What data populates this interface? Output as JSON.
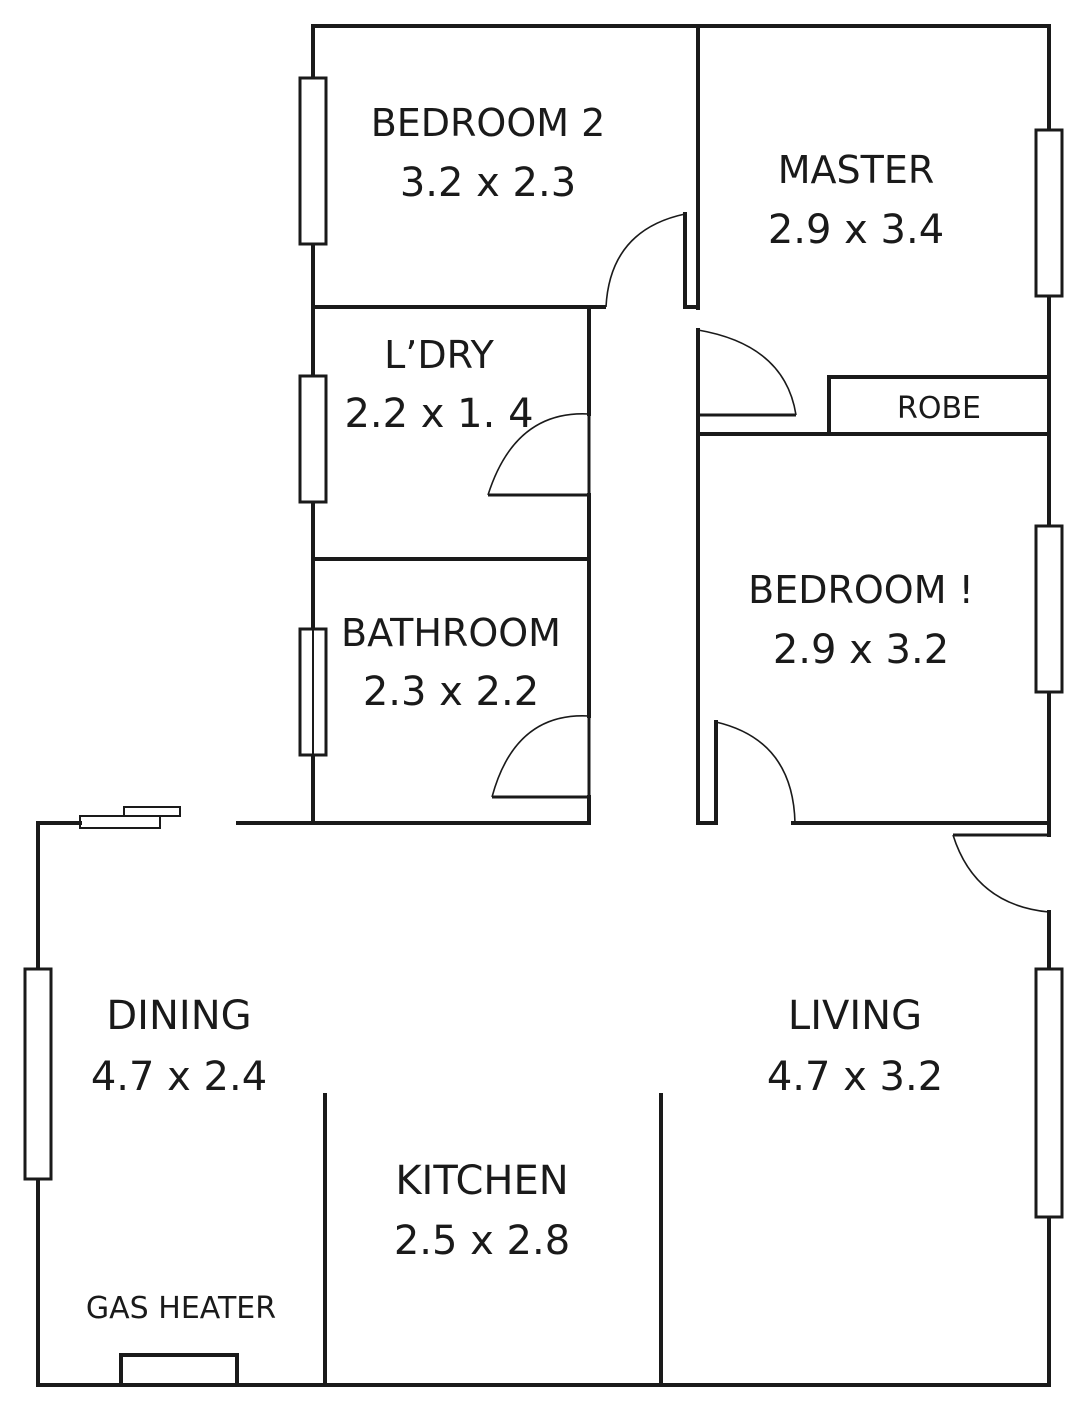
{
  "rooms": {
    "bedroom2": {
      "name": "BEDROOM 2",
      "size": "3.2 x 2.3"
    },
    "master": {
      "name": "MASTER",
      "size": "2.9 x 3.4"
    },
    "laundry": {
      "name": "L’DRY",
      "size": "2.2 x 1. 4"
    },
    "robe": {
      "name": "ROBE"
    },
    "bathroom": {
      "name": "BATHROOM",
      "size": "2.3 x 2.2"
    },
    "bedroom1": {
      "name": "BEDROOM !",
      "size": "2.9 x 3.2"
    },
    "dining": {
      "name": "DINING",
      "size": "4.7 x 2.4"
    },
    "living": {
      "name": "LIVING",
      "size": "4.7 x 3.2"
    },
    "kitchen": {
      "name": "KITCHEN",
      "size": "2.5 x 2.8"
    }
  },
  "fixtures": {
    "gas_heater": "GAS HEATER"
  },
  "colors": {
    "line": "#1a1a1a",
    "background": "#ffffff"
  }
}
